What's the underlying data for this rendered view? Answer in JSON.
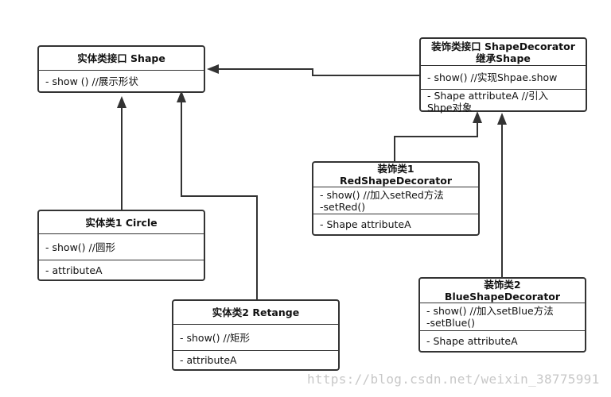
{
  "classes": {
    "shape": {
      "title": "实体类接口    Shape",
      "methods": "- show ()   //展示形状"
    },
    "circle": {
      "title": "实体类1    Circle",
      "methods": "- show()   //圆形",
      "attributes": "- attributeA"
    },
    "retange": {
      "title": "实体类2    Retange",
      "methods": "- show()   //矩形",
      "attributes": "- attributeA"
    },
    "shape_decorator": {
      "title": "装饰类接口  ShapeDecorator\n继承Shape",
      "methods": "- show()  //实现Shpae.show",
      "attributes": "- Shape  attributeA  //引入\nShpe对象"
    },
    "red_decorator": {
      "title": "装饰类1\nRedShapeDecorator",
      "methods": "- show()    //加入setRed方法\n-setRed()",
      "attributes": "- Shape attributeA"
    },
    "blue_decorator": {
      "title": "装饰类2\nBlueShapeDecorator",
      "methods": "- show()    //加入setBlue方法\n-setBlue()",
      "attributes": "- Shape attributeA"
    }
  },
  "relations": [
    {
      "from": "circle",
      "to": "shape",
      "type": "inheritance"
    },
    {
      "from": "retange",
      "to": "shape",
      "type": "inheritance"
    },
    {
      "from": "shape_decorator",
      "to": "shape",
      "type": "realization"
    },
    {
      "from": "red_decorator",
      "to": "shape_decorator",
      "type": "inheritance"
    },
    {
      "from": "blue_decorator",
      "to": "shape_decorator",
      "type": "inheritance"
    }
  ],
  "watermark": "https://blog.csdn.net/weixin_38775991",
  "colors": {
    "line": "#333333",
    "watermark": "#c8c8c8"
  }
}
